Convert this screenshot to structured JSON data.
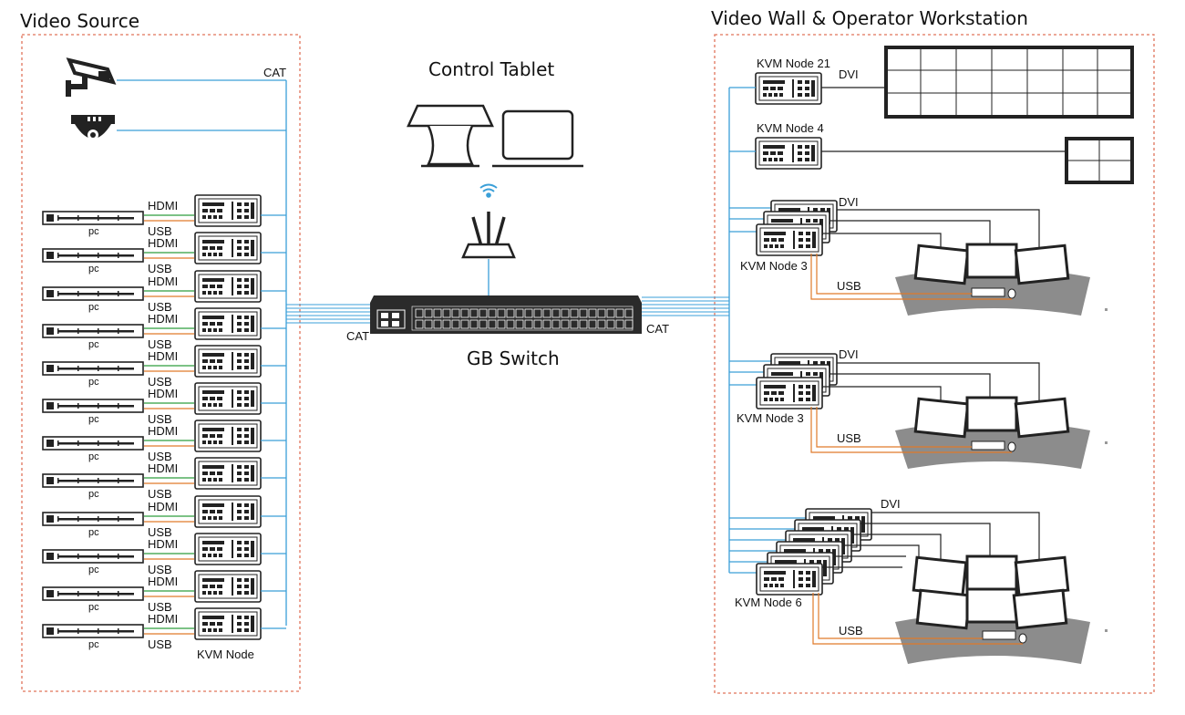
{
  "sections": {
    "video_source_title": "Video Source",
    "video_wall_title": "Video Wall & Operator Workstation",
    "control_tablet_title": "Control Tablet",
    "gb_switch_title": "GB Switch"
  },
  "labels": {
    "cat": "CAT",
    "hdmi": "HDMI",
    "usb": "USB",
    "dvi": "DVI",
    "pc": "pc",
    "kvm_node": "KVM Node"
  },
  "right_nodes": {
    "node21": "KVM Node 21",
    "node4": "KVM Node 4",
    "node3a": "KVM Node 3",
    "node3b": "KVM Node 3",
    "node6": "KVM Node 6"
  },
  "colors": {
    "cable": "#3a9fd8",
    "border": "#e0735a",
    "hdmi_line": "#2e9e3e",
    "usb_line": "#e07a2a",
    "device": "#222222",
    "desk": "#8c8c8c"
  },
  "source_rows": 12
}
